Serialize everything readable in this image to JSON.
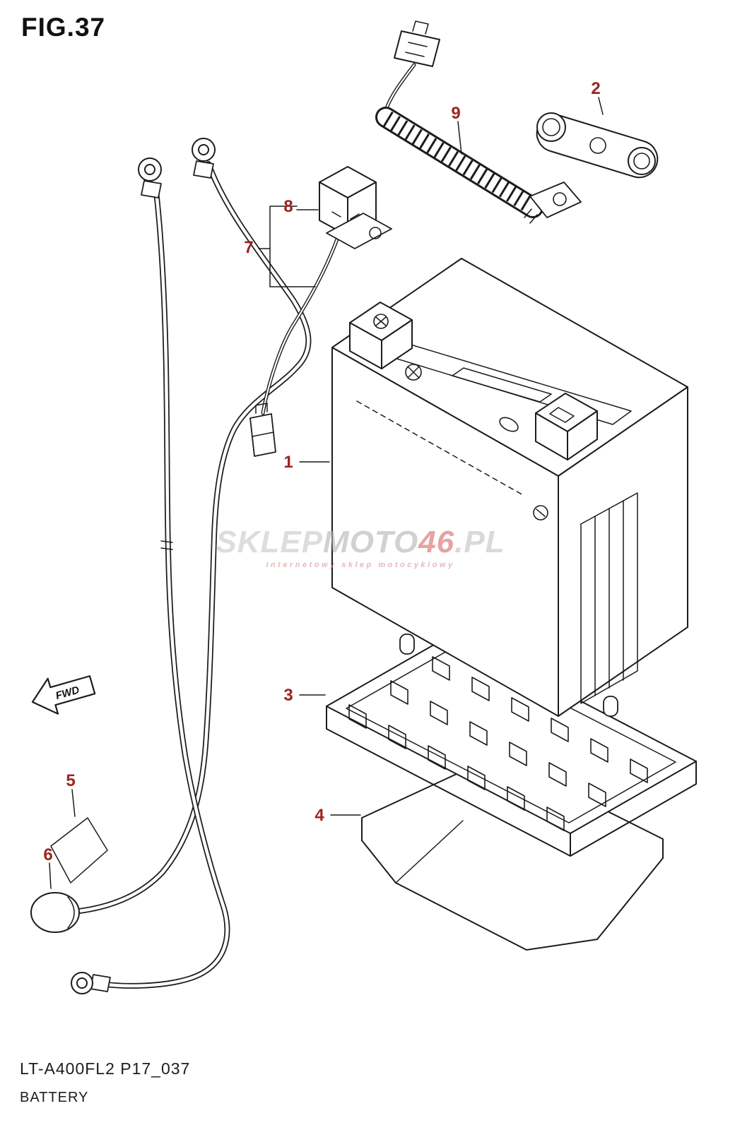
{
  "title": "FIG.37",
  "figure": {
    "code": "LT-A400FL2 P17_037",
    "name": "BATTERY"
  },
  "fwd_label": "FWD",
  "watermark": {
    "sklep": "SKLEP",
    "moto": "MOTO",
    "num": "46",
    "pl": ".PL",
    "subtitle": "internetowy sklep motocyklowy"
  },
  "callouts": [
    {
      "label": "1"
    },
    {
      "label": "2"
    },
    {
      "label": "3"
    },
    {
      "label": "4"
    },
    {
      "label": "5"
    },
    {
      "label": "6"
    },
    {
      "label": "7"
    },
    {
      "label": "8"
    },
    {
      "label": "9"
    }
  ],
  "colors": {
    "line": "#1c1c1c",
    "callout": "#9e2420",
    "watermark_gray": "#c7c9cb",
    "watermark_red": "#d96a6a"
  }
}
